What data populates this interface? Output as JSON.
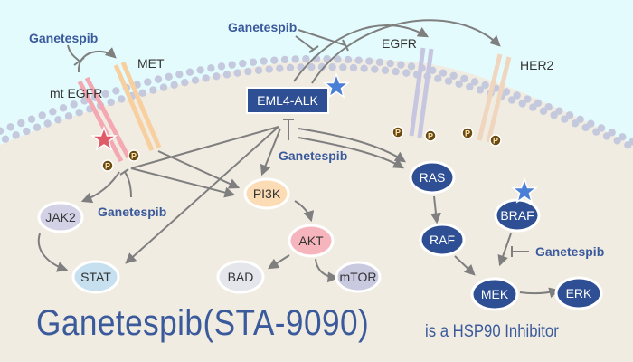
{
  "diagram": {
    "title_main": "Ganetespib(STA-9090)",
    "title_sub": "is a HSP90 Inhibitor",
    "colors": {
      "background_outside": "#e4fbfd",
      "background_cell": "#f1ece2",
      "membrane": "#c5c9dd",
      "drug_text": "#3a5a9c",
      "node_dark": "#2e4f93",
      "star_blue": "#4a7fd6",
      "star_red": "#e05a68",
      "arrow": "#7f7f7f",
      "phospho": "#6b4a12"
    },
    "receptors": [
      {
        "id": "mt-egfr",
        "label": "mt EGFR",
        "color": "#f4a8b2"
      },
      {
        "id": "met",
        "label": "MET",
        "color": "#f8cf9e"
      },
      {
        "id": "egfr",
        "label": "EGFR",
        "color": "#c7c6e0"
      },
      {
        "id": "her2",
        "label": "HER2",
        "color": "#f0d6bf"
      }
    ],
    "fusion": {
      "label": "EML4-ALK"
    },
    "nodes": [
      {
        "id": "jak2",
        "label": "JAK2",
        "fill": "#d2d1e6"
      },
      {
        "id": "stat",
        "label": "STAT",
        "fill": "#c6e0f0"
      },
      {
        "id": "pi3k",
        "label": "PI3K",
        "fill": "#fbdcb4"
      },
      {
        "id": "akt",
        "label": "AKT",
        "fill": "#f6b5bc"
      },
      {
        "id": "bad",
        "label": "BAD",
        "fill": "#e5e5ec"
      },
      {
        "id": "mtor",
        "label": "mTOR",
        "fill": "#c9c9e0"
      },
      {
        "id": "ras",
        "label": "RAS",
        "fill": "#2e4f93"
      },
      {
        "id": "raf",
        "label": "RAF",
        "fill": "#2e4f93"
      },
      {
        "id": "braf",
        "label": "BRAF",
        "fill": "#2e4f93"
      },
      {
        "id": "mek",
        "label": "MEK",
        "fill": "#2e4f93"
      },
      {
        "id": "erk",
        "label": "ERK",
        "fill": "#2e4f93"
      }
    ],
    "drug_labels": [
      "Ganetespib",
      "Ganetespib",
      "Ganetespib",
      "Ganetespib",
      "Ganetespib"
    ],
    "phospho_label": "P"
  }
}
